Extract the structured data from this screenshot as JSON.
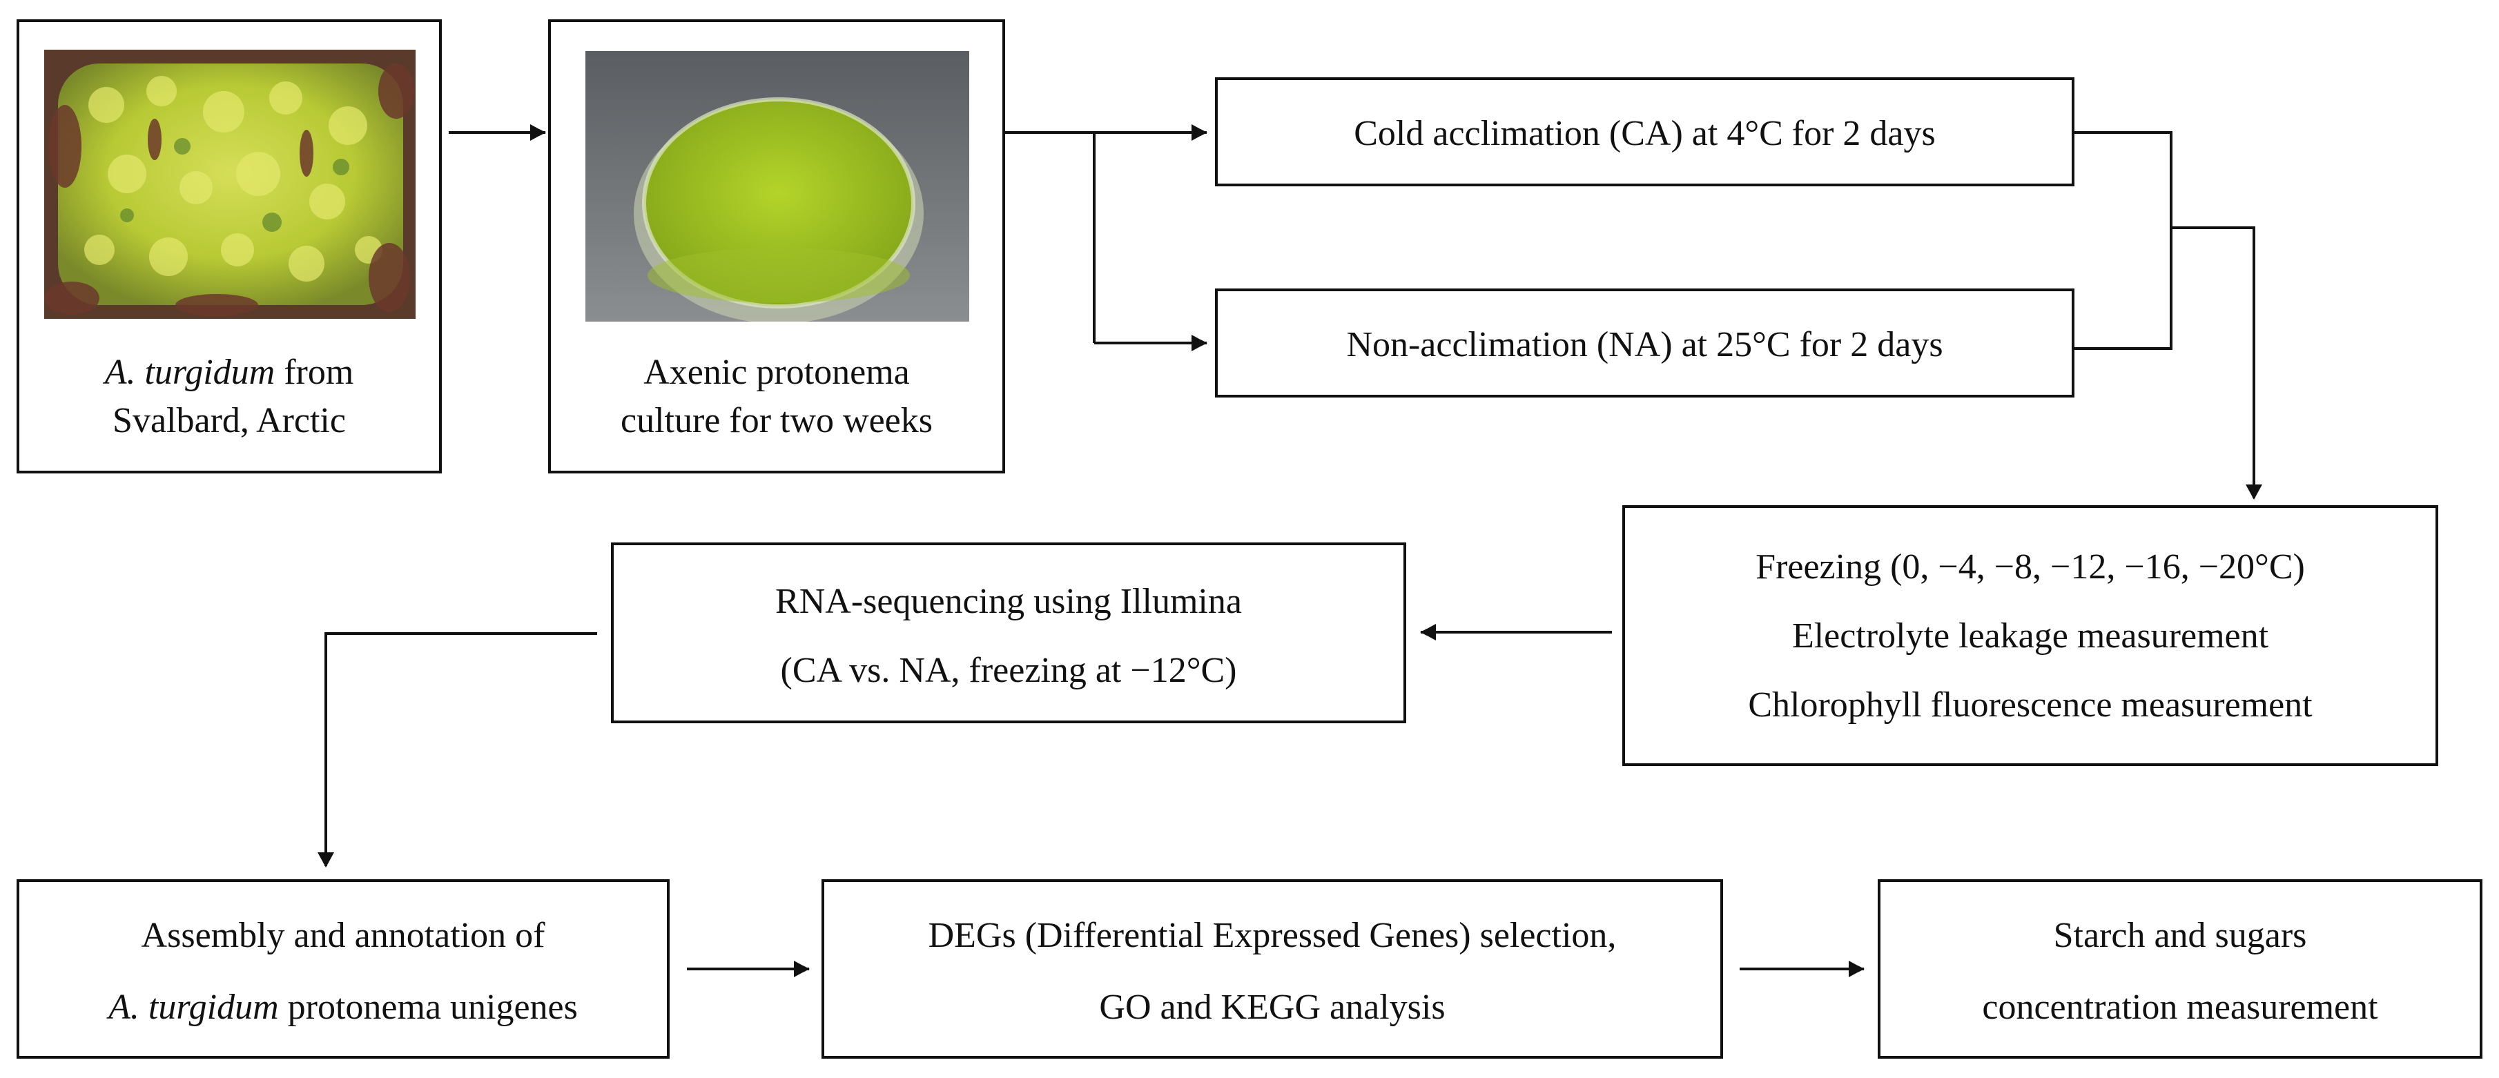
{
  "boxes": {
    "moss": {
      "line1_italic": "A. turgidum",
      "line1_rest": " from",
      "line2": "Svalbard,  Arctic"
    },
    "culture": {
      "line1": "Axenic protonema",
      "line2": "culture for two weeks"
    },
    "ca": {
      "text": "Cold acclimation (CA) at 4°C for 2 days"
    },
    "na": {
      "text": "Non-acclimation (NA) at 25°C for 2 days"
    },
    "freezing": {
      "line1": "Freezing (0, −4, −8, −12, −16, −20°C)",
      "line2": "Electrolyte leakage measurement",
      "line3": "Chlorophyll fluorescence measurement"
    },
    "rnaseq": {
      "line1": "RNA-sequencing using Illumina",
      "line2": "(CA vs. NA, freezing at −12°C)"
    },
    "assembly": {
      "line1": "Assembly and annotation of",
      "line2_italic": "A. turgidum",
      "line2_rest": " protonema unigenes"
    },
    "degs": {
      "line1": "DEGs (Differential Expressed  Genes) selection,",
      "line2": "GO and KEGG analysis"
    },
    "starch": {
      "line1": "Starch and sugars",
      "line2": "concentration measurement"
    }
  },
  "colors": {
    "line": "#111111",
    "moss_green": "#b7c934",
    "moss_brown": "#6b3a2c",
    "agar_green": "#a4c520"
  }
}
